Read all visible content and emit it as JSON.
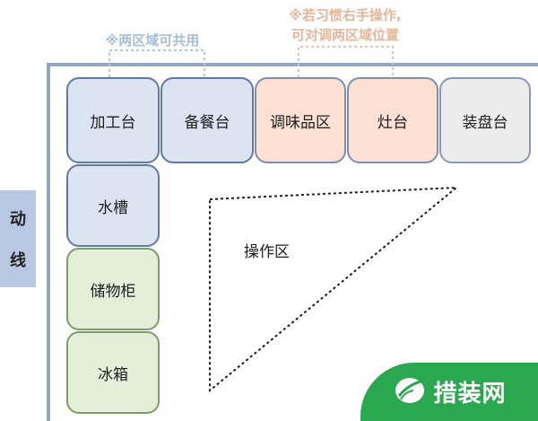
{
  "notes": {
    "shared": "※两区域可共用",
    "right_hand_line1": "※若习惯右手操作,",
    "right_hand_line2": "可对调两区域位置"
  },
  "top_row": [
    {
      "label": "加工台",
      "zone": "blue"
    },
    {
      "label": "备餐台",
      "zone": "blue"
    },
    {
      "label": "调味品区",
      "zone": "orange"
    },
    {
      "label": "灶台",
      "zone": "orange"
    },
    {
      "label": "装盘台",
      "zone": "gray"
    }
  ],
  "left_column": [
    {
      "label": "水槽",
      "zone": "blue"
    },
    {
      "label": "储物柜",
      "zone": "green"
    },
    {
      "label": "冰箱",
      "zone": "green"
    }
  ],
  "flow_label": {
    "char1": "动",
    "char2": "线"
  },
  "work_zone": "操作区",
  "watermark": {
    "text": "措装网",
    "icon": "leaf-icon"
  },
  "colors": {
    "blue_zone": "#dce3f1",
    "orange_zone": "#fbe0d3",
    "gray_zone": "#ececec",
    "green_zone": "#e3efd8",
    "note_blue": "#a6bfd6",
    "note_orange": "#e3b79c",
    "watermark_green": "#2aa84f"
  }
}
